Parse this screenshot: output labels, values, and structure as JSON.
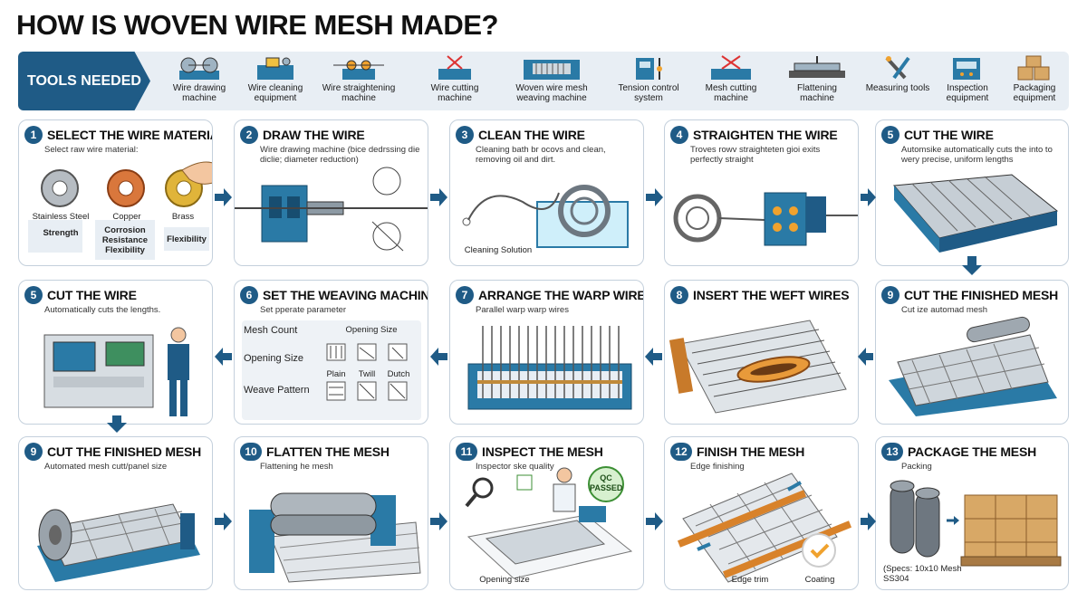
{
  "title": "HOW IS WOVEN WIRE MESH MADE?",
  "tools": {
    "label": "TOOLS NEEDED",
    "items": [
      {
        "label": "Wire drawing machine",
        "icon": "wire-drawing-machine-icon"
      },
      {
        "label": "Wire cleaning equipment",
        "icon": "wire-cleaning-equipment-icon"
      },
      {
        "label": "Wire straightening machine",
        "icon": "wire-straightening-machine-icon"
      },
      {
        "label": "Wire cutting machine",
        "icon": "wire-cutting-machine-icon"
      },
      {
        "label": "Woven wire mesh weaving machine",
        "icon": "weaving-machine-icon"
      },
      {
        "label": "Tension control system",
        "icon": "tension-control-icon"
      },
      {
        "label": "Mesh cutting machine",
        "icon": "mesh-cutting-machine-icon"
      },
      {
        "label": "Flattening machine",
        "icon": "flattening-machine-icon"
      },
      {
        "label": "Measuring tools",
        "icon": "measuring-tools-icon"
      },
      {
        "label": "Inspection equipment",
        "icon": "inspection-equipment-icon"
      },
      {
        "label": "Packaging equipment",
        "icon": "packaging-equipment-icon"
      }
    ]
  },
  "colors": {
    "primary": "#1f5b86",
    "accent": "#f0a22e",
    "border": "#c4d0dc",
    "machine": "#2a7aa6"
  },
  "steps": [
    {
      "num": "1",
      "title": "SELECT THE WIRE MATERIAL",
      "desc": "Select raw wire material:",
      "materials": [
        {
          "name": "Stainless Steel",
          "prop": "Strength"
        },
        {
          "name": "Copper",
          "prop": "Corrosion Resistance Flexibility"
        },
        {
          "name": "Brass",
          "prop": "Flexibility"
        }
      ]
    },
    {
      "num": "2",
      "title": "DRAW THE WIRE",
      "desc": "Wire drawing machine (bice dedrssing die diclie; diameter reduction)"
    },
    {
      "num": "3",
      "title": "CLEAN THE WIRE",
      "desc": "Cleaning bath br ocovs and clean, removing oil and dirt.",
      "callout": "Cleaning Solution"
    },
    {
      "num": "4",
      "title": "STRAIGHTEN THE WIRE",
      "desc": "Troves rowv straighteten gioi exits perfectly straight"
    },
    {
      "num": "5",
      "title": "CUT THE WIRE",
      "desc": "Automsike automatically cuts the into to wery precise, uniform lengths"
    },
    {
      "num": "5",
      "title": "CUT THE WIRE",
      "desc": "Automatically cuts the lengths."
    },
    {
      "num": "6",
      "title": "SET THE WEAVING MACHINE",
      "desc": "Set pperate parameter",
      "params": [
        "Mesh Count",
        "Opening Size",
        "Weave Pattern"
      ],
      "opening_header": "Opening Size",
      "patterns": [
        "Plain",
        "Twill",
        "Dutch"
      ]
    },
    {
      "num": "7",
      "title": "ARRANGE THE WARP WIRES",
      "desc": "Parallel warp warp wires"
    },
    {
      "num": "8",
      "title": "INSERT THE WEFT WIRES",
      "desc": ""
    },
    {
      "num": "9",
      "title": "CUT THE FINISHED MESH",
      "desc": "Cut ize automad mesh"
    },
    {
      "num": "9",
      "title": "CUT THE FINISHED MESH",
      "desc": "Automated mesh cutt/panel size"
    },
    {
      "num": "10",
      "title": "FLATTEN THE MESH",
      "desc": "Flattening he mesh"
    },
    {
      "num": "11",
      "title": "INSPECT THE MESH",
      "desc": "Inspector ske quality",
      "badge": "QC PASSED",
      "callout": "Opening size"
    },
    {
      "num": "12",
      "title": "FINISH THE MESH",
      "desc": "Edge finishing",
      "labels": [
        "Edge trim",
        "Coating"
      ]
    },
    {
      "num": "13",
      "title": "PACKAGE THE MESH",
      "desc": "Packing",
      "spec": "(Specs: 10x10 Mesh SS304"
    }
  ]
}
